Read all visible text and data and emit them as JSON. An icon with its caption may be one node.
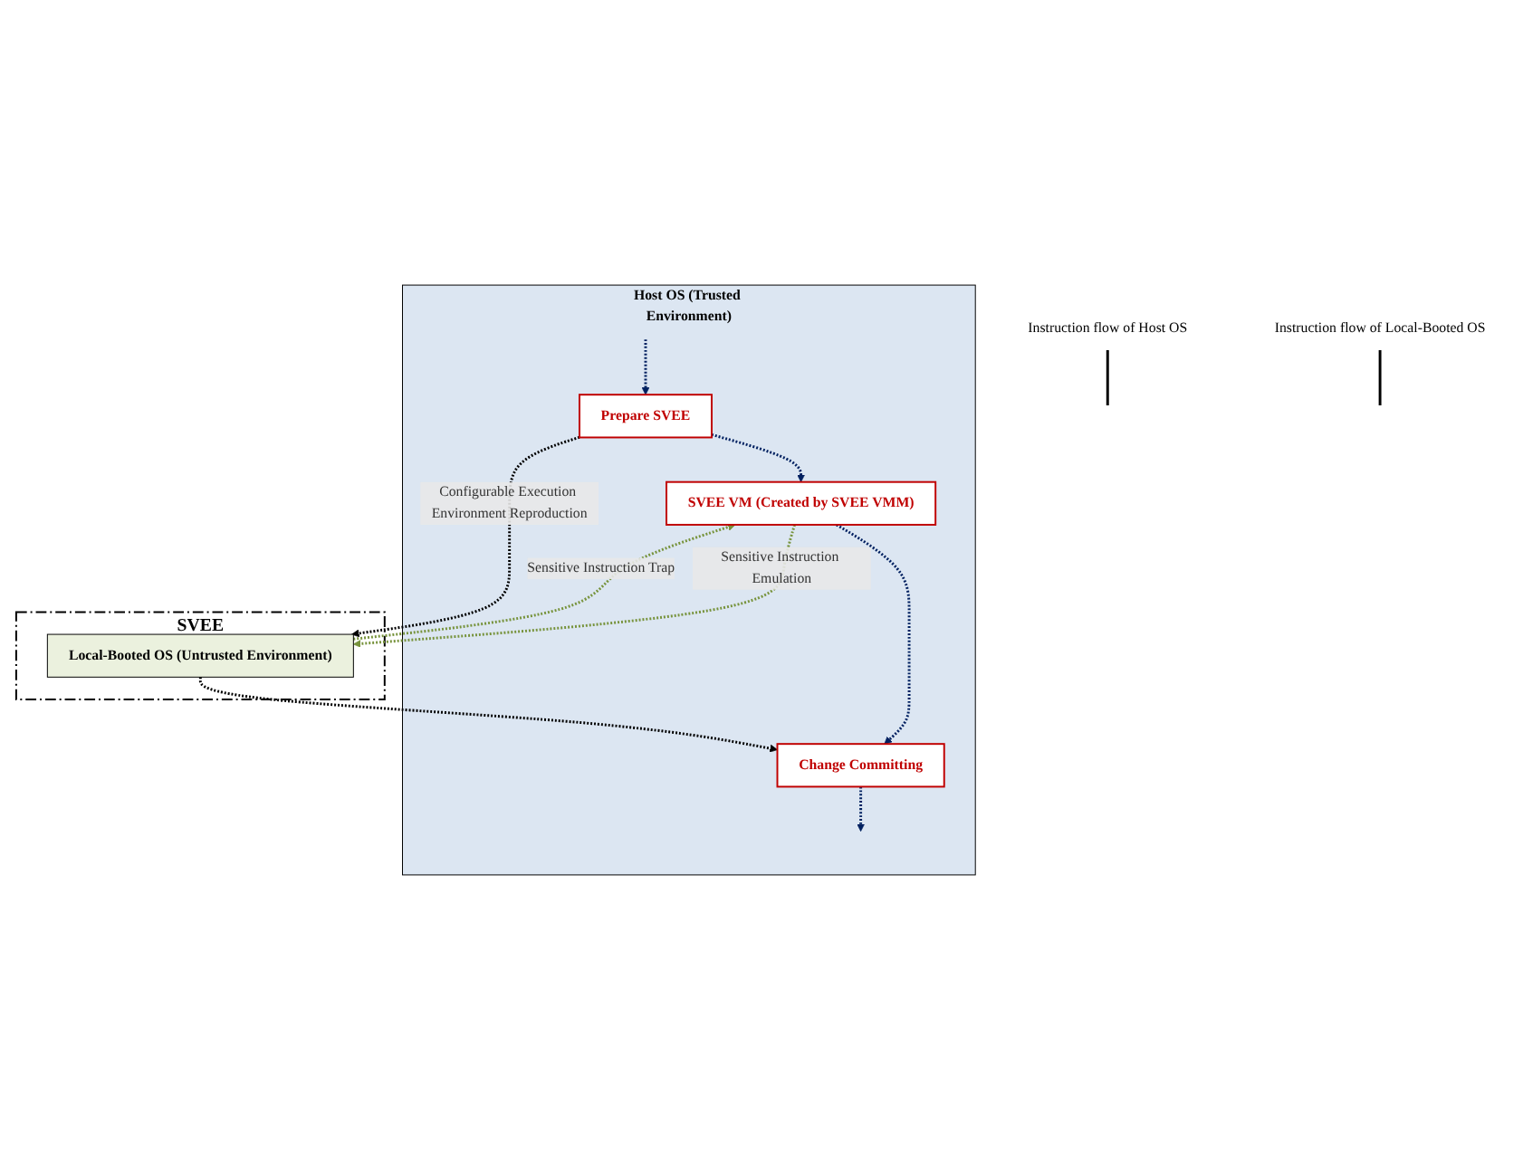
{
  "diagram": {
    "nodes": [
      {
        "text": [
          "Host OS (Trusted Environment)"
        ]
      },
      {
        "text": [
          "Prepare SVEE"
        ],
        "in": 0
      },
      {
        "text": [
          "SVEE"
        ]
      },
      {
        "text": [
          "SVEE VM (Created by SVEE VMM)"
        ],
        "in": 0
      },
      {
        "text": [
          "Change Committing"
        ],
        "in": 0
      },
      {
        "text": [
          "Local-Booted OS (Untrusted Environment)"
        ],
        "in": 2
      },
      {
        "text": [
          "Instruction flow of Host OS"
        ]
      },
      {
        "text": [
          "Instruction flow of Local-Booted OS"
        ]
      }
    ],
    "edges": [
      {
        "from": null,
        "to": 1,
        "arrow": "to",
        "style": "dashed",
        "color": "#002060"
      },
      {
        "from": 1,
        "to": 3,
        "arrow": "to",
        "style": "dashed",
        "color": "#002060"
      },
      {
        "from": 3,
        "to": 4,
        "arrow": "to",
        "style": "dashed",
        "color": "#002060"
      },
      {
        "from": 4,
        "to": null,
        "arrow": "to",
        "style": "dashed",
        "color": "#002060"
      },
      {
        "from": 1,
        "to": 5,
        "arrow": "to",
        "style": "dashed",
        "color": "#000000",
        "label": "Configurable Execution Environment Reproduction"
      },
      {
        "from": 5,
        "to": 3,
        "arrow": "to",
        "style": "dashed",
        "color": "#77933c",
        "label": "Sensitive Instruction Trap"
      },
      {
        "from": 3,
        "to": 5,
        "arrow": "to",
        "style": "dashed",
        "color": "#77933c",
        "label": "Sensitive Instruction Emulation"
      },
      {
        "from": 5,
        "to": 4,
        "arrow": "to",
        "style": "dashed",
        "color": "#000000"
      },
      {
        "from": 6,
        "to": null,
        "arrow": "none",
        "color": "#000000"
      },
      {
        "from": 7,
        "to": null,
        "arrow": "none",
        "color": "#000000"
      }
    ]
  }
}
